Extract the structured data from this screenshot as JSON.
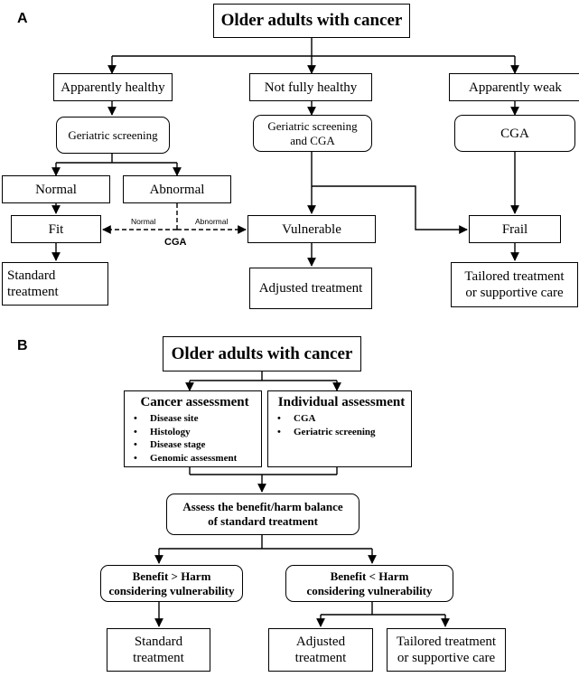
{
  "panel_a": {
    "label": "A",
    "title": "Older adults with cancer",
    "apparently_healthy": "Apparently healthy",
    "not_fully_healthy": "Not fully healthy",
    "apparently_weak": "Apparently weak",
    "geriatric_screening": "Geriatric screening",
    "geriatric_screening_cga": [
      "Geriatric screening",
      "and CGA"
    ],
    "cga_box": "CGA",
    "normal": "Normal",
    "abnormal": "Abnormal",
    "fit": "Fit",
    "vulnerable": "Vulnerable",
    "frail": "Frail",
    "arrow_normal": "Normal",
    "arrow_abnormal": "Abnormal",
    "arrow_cga": "CGA",
    "standard_treatment": [
      "Standard",
      "treatment"
    ],
    "adjusted_treatment": "Adjusted treatment",
    "tailored_treatment": [
      "Tailored treatment",
      "or supportive care"
    ]
  },
  "panel_b": {
    "label": "B",
    "title": "Older adults with cancer",
    "cancer_assessment": {
      "heading": "Cancer assessment",
      "items": [
        "Disease site",
        "Histology",
        "Disease stage",
        "Genomic assessment"
      ]
    },
    "individual_assessment": {
      "heading": "Individual assessment",
      "items": [
        "CGA",
        "Geriatric  screening"
      ]
    },
    "assess_balance": [
      "Assess the benefit/harm balance",
      "of standard treatment"
    ],
    "benefit_gt_harm": [
      "Benefit > Harm",
      "considering vulnerability"
    ],
    "benefit_lt_harm": [
      "Benefit < Harm",
      "considering vulnerability"
    ],
    "standard_treatment": [
      "Standard",
      "treatment"
    ],
    "adjusted_treatment": [
      "Adjusted",
      "treatment"
    ],
    "tailored_treatment": [
      "Tailored treatment",
      "or supportive care"
    ]
  }
}
